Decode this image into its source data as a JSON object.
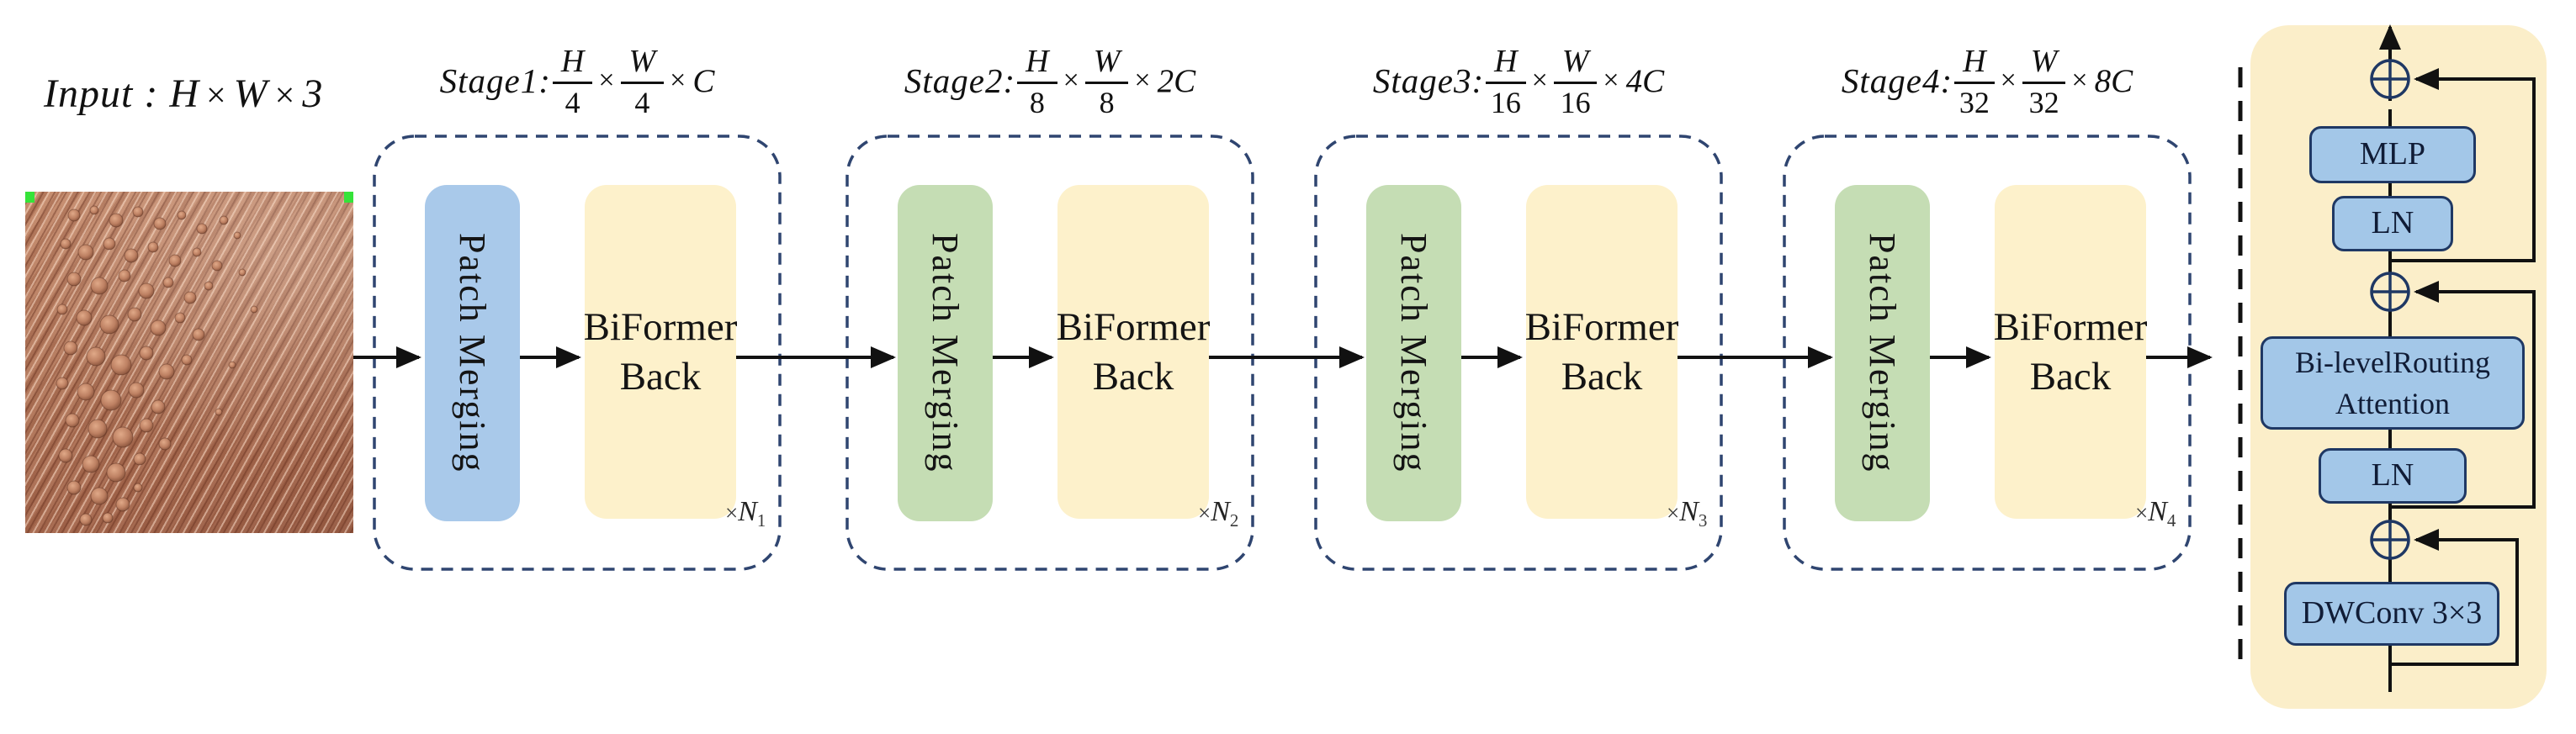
{
  "symbols": {
    "times": "×"
  },
  "input": {
    "prefix": "Input :",
    "h": "H",
    "w": "W",
    "c": "3"
  },
  "stages": [
    {
      "title": "Stage1:",
      "h": "H",
      "h_den": "4",
      "w": "W",
      "w_den": "4",
      "ch": "C",
      "pm_label": "Patch Merging",
      "block_line1": "BiFormer",
      "block_line2": "Back",
      "rep_var": "N",
      "rep_sub": "1"
    },
    {
      "title": "Stage2:",
      "h": "H",
      "h_den": "8",
      "w": "W",
      "w_den": "8",
      "ch": "2C",
      "pm_label": "Patch Merging",
      "block_line1": "BiFormer",
      "block_line2": "Back",
      "rep_var": "N",
      "rep_sub": "2"
    },
    {
      "title": "Stage3:",
      "h": "H",
      "h_den": "16",
      "w": "W",
      "w_den": "16",
      "ch": "4C",
      "pm_label": "Patch Merging",
      "block_line1": "BiFormer",
      "block_line2": "Back",
      "rep_var": "N",
      "rep_sub": "3"
    },
    {
      "title": "Stage4:",
      "h": "H",
      "h_den": "32",
      "w": "W",
      "w_den": "32",
      "ch": "8C",
      "pm_label": "Patch Merging",
      "block_line1": "BiFormer",
      "block_line2": "Back",
      "rep_var": "N",
      "rep_sub": "4"
    }
  ],
  "biformer_block": {
    "mlp": "MLP",
    "ln_upper": "LN",
    "attention_line1": "Bi-levelRouting",
    "attention_line2": "Attention",
    "ln_lower": "LN",
    "dwconv": "DWConv 3×3"
  },
  "colors": {
    "stage_border": "#2f4570",
    "patch_merging_stage1": "#a9c9ea",
    "patch_merging_green": "#c5ddb4",
    "biformer_back_fill": "#fdf1cb",
    "panel_fill": "#fbeec9",
    "inner_box_fill": "#a3c7e8",
    "inner_box_border": "#1f3864",
    "arrow": "#111111"
  }
}
